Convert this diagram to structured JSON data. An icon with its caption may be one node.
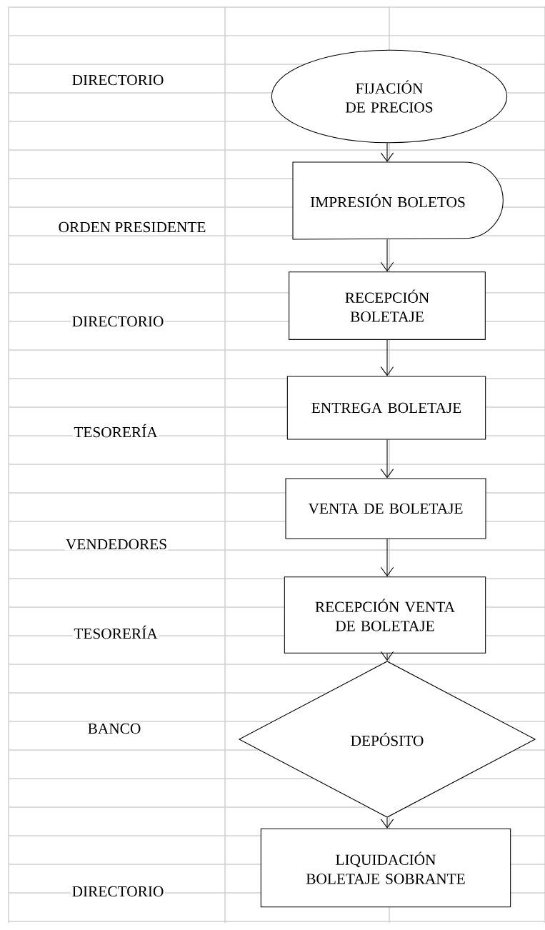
{
  "diagram": {
    "nodes": [
      {
        "text": [
          "FIJACIÓN DE PRECIOS"
        ]
      },
      {
        "text": [
          "IMPRESIÓN BOLETOS"
        ]
      },
      {
        "text": [
          "RECEPCIÓN BOLETAJE"
        ]
      },
      {
        "text": [
          "ENTREGA BOLETAJE"
        ]
      },
      {
        "text": [
          "VENTA DE BOLETAJE"
        ]
      },
      {
        "text": [
          "RECEPCIÓN VENTA DE BOLETAJE"
        ]
      },
      {
        "text": [
          "DEPÓSITO"
        ]
      },
      {
        "text": [
          "LIQUIDACIÓN BOLETAJE SOBRANTE"
        ]
      }
    ],
    "edges": [
      {
        "from": 0,
        "to": 1,
        "arrow": "to"
      },
      {
        "from": 1,
        "to": 2,
        "arrow": "to"
      },
      {
        "from": 2,
        "to": 3,
        "arrow": "to"
      },
      {
        "from": 3,
        "to": 4,
        "arrow": "to"
      },
      {
        "from": 4,
        "to": 5,
        "arrow": "to"
      },
      {
        "from": 5,
        "to": 6,
        "arrow": "to"
      },
      {
        "from": 6,
        "to": 7,
        "arrow": "to"
      }
    ],
    "labels": [
      "DIRECTORIO",
      "ORDEN PRESIDENTE",
      "DIRECTORIO",
      "TESORERÍA",
      "VENDEDORES",
      "TESORERÍA",
      "BANCO",
      "DIRECTORIO"
    ]
  }
}
